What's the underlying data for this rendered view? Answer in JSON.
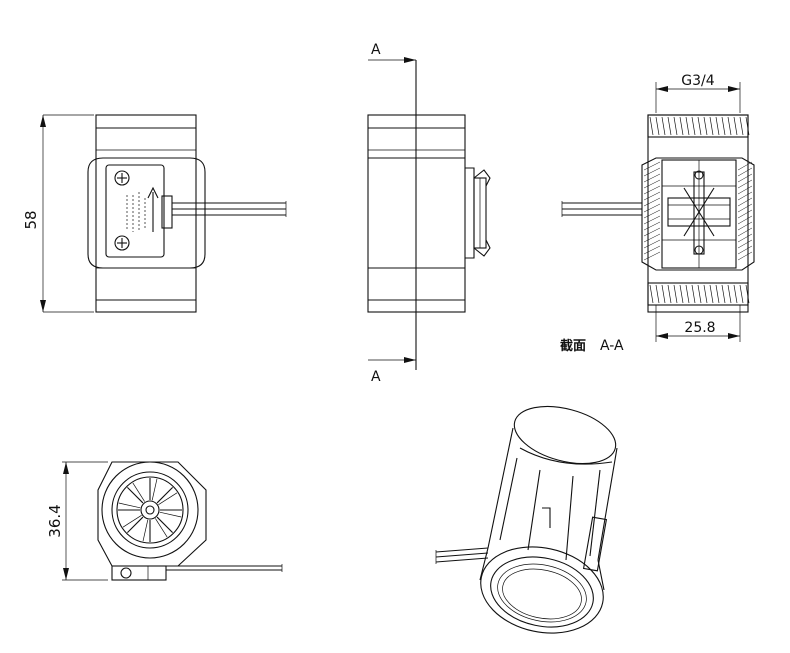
{
  "dimensions": {
    "height": "58",
    "thread": "G3/4",
    "inner": "25.8",
    "hex": "36.4"
  },
  "section": {
    "cut_label_top": "A",
    "cut_label_bottom": "A",
    "caption_cjk": "截面",
    "caption_name": "A-A"
  },
  "colors": {
    "line": "#111111",
    "background": "#ffffff"
  }
}
